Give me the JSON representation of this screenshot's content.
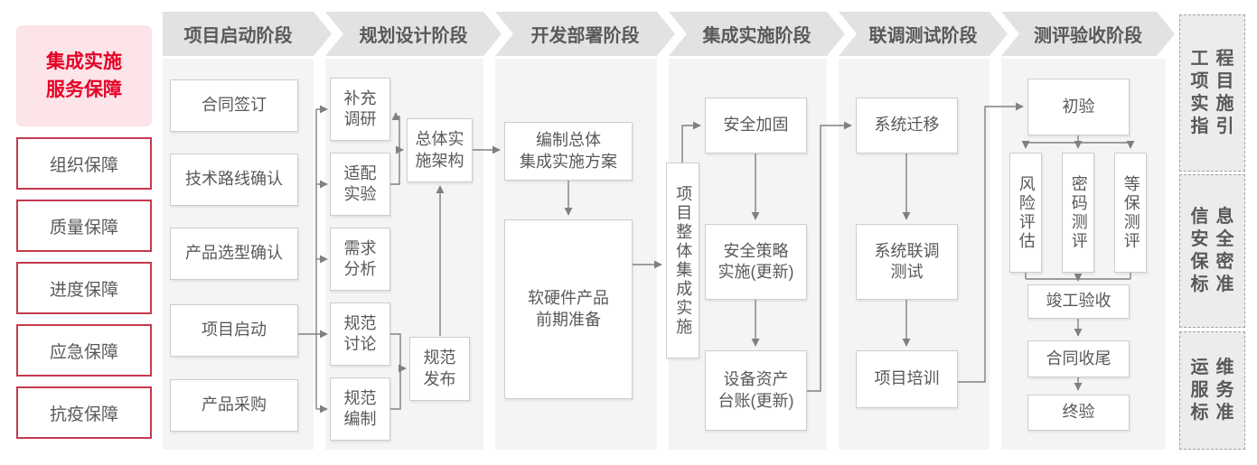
{
  "diagram": {
    "left_column": {
      "title": "集成实施\n服务保障",
      "items": [
        "组织保障",
        "质量保障",
        "进度保障",
        "应急保障",
        "抗疫保障"
      ]
    },
    "phases": [
      {
        "label": "项目启动阶段",
        "boxes": [
          "合同签订",
          "技术路线确认",
          "产品选型确认",
          "项目启动",
          "产品采购"
        ]
      },
      {
        "label": "规划设计阶段",
        "boxes": [
          "补充\n调研",
          "适配\n实验",
          "需求\n分析",
          "规范\n讨论",
          "规范\n编制",
          "总体实\n施架构",
          "规范\n发布"
        ]
      },
      {
        "label": "开发部署阶段",
        "boxes": [
          "编制总体\n集成实施方案",
          "软硬件产品\n前期准备"
        ]
      },
      {
        "label": "集成实施阶段",
        "boxes": [
          "项目整体集成实施",
          "安全加固",
          "安全策略\n实施(更新)",
          "设备资产\n台账(更新)"
        ]
      },
      {
        "label": "联调测试阶段",
        "boxes": [
          "系统迁移",
          "系统联调\n测试",
          "项目培训"
        ]
      },
      {
        "label": "测评验收阶段",
        "boxes": [
          "初验",
          "风险评估",
          "密码测评",
          "等保测评",
          "竣工验收",
          "合同收尾",
          "终验"
        ]
      }
    ],
    "right_column": {
      "boxes": [
        {
          "rows": [
            "工程",
            "项目",
            "实施",
            "指引"
          ]
        },
        {
          "rows": [
            "信息",
            "安全",
            "保密",
            "标准"
          ]
        },
        {
          "rows": [
            "运维",
            "服务",
            "标准"
          ]
        }
      ]
    },
    "colors": {
      "accent_red": "#e60027",
      "red_border": "#c43a4e",
      "pink_bg": "#fce4e8",
      "header_gray": "#e2e2e2",
      "panel_gray": "#f4f4f4",
      "box_border": "#cdcdcd",
      "text_gray": "#595959",
      "line_gray": "#808080"
    }
  }
}
